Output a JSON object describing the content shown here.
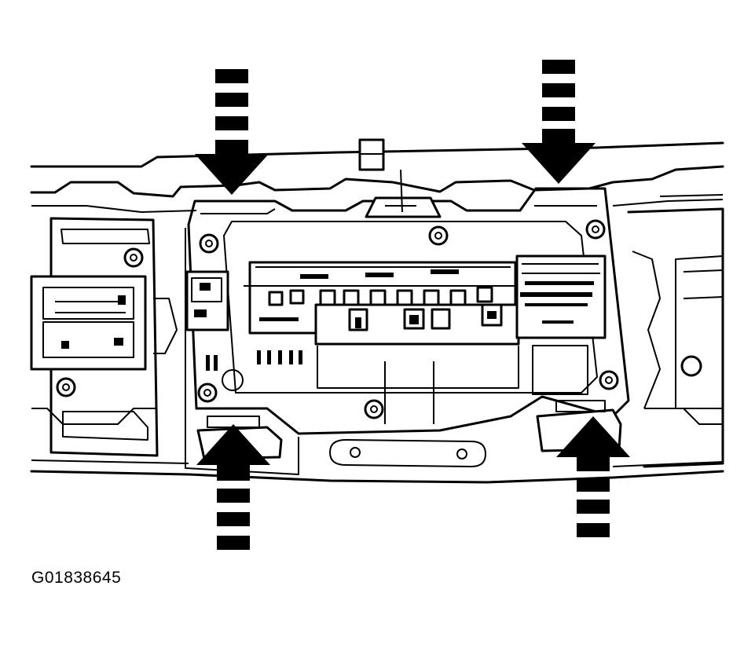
{
  "figure": {
    "label": "G01838645"
  },
  "colors": {
    "line": "#000000",
    "background": "#ffffff"
  },
  "callouts": [
    {
      "name": "arrow-top-left",
      "direction": "down"
    },
    {
      "name": "arrow-top-right",
      "direction": "down"
    },
    {
      "name": "arrow-bottom-left",
      "direction": "up"
    },
    {
      "name": "arrow-bottom-right",
      "direction": "up"
    }
  ]
}
